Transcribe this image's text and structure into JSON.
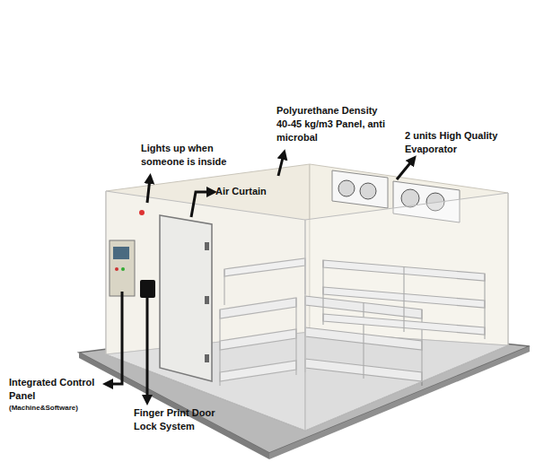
{
  "diagram": {
    "labels": [
      "Polyurethane Density 40-45 kg/m3 Panel, anti microbal",
      "2 units High Quality Evaporator",
      "Lights up when someone is inside",
      "Air Curtain",
      "Integrated Control Panel",
      "(Machine&Software)",
      "Finger Print Door Lock System"
    ]
  }
}
